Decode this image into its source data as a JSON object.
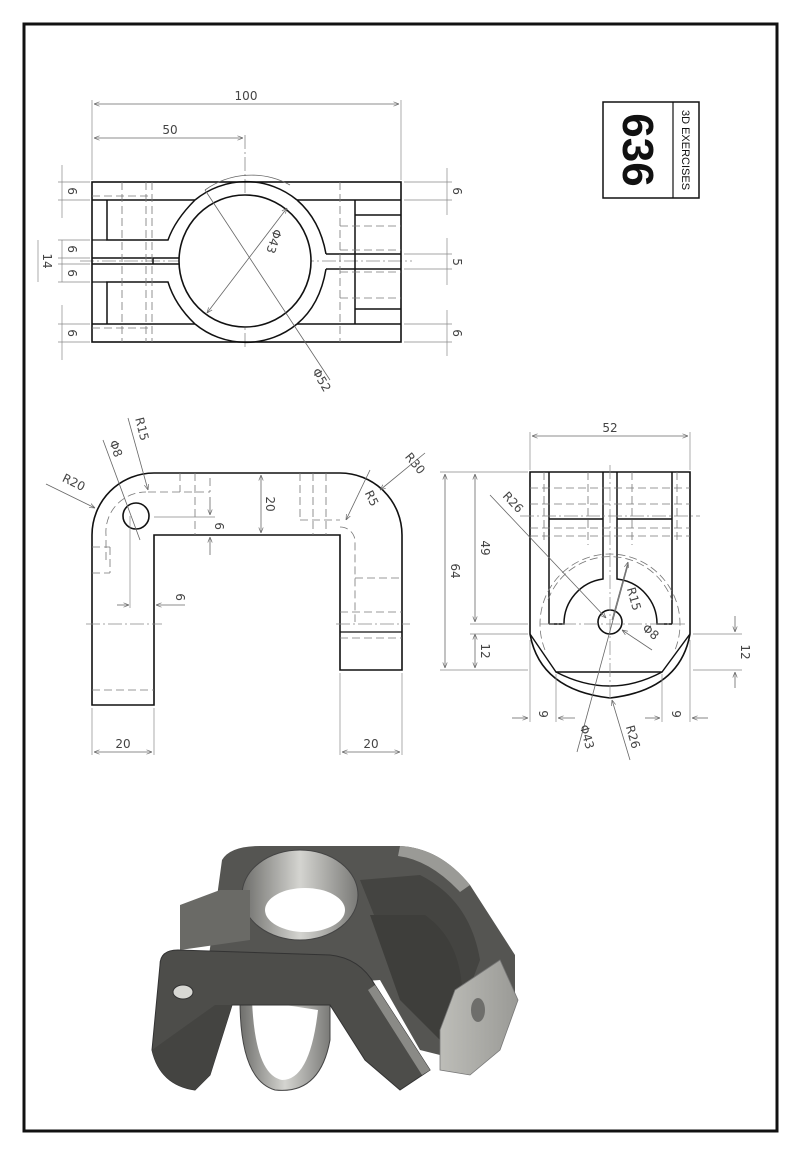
{
  "title_block": {
    "number": "636",
    "label": "3D EXERCISES"
  },
  "top_view": {
    "dims": {
      "overall_width": "100",
      "half_width": "50",
      "inner_dia": "Φ43",
      "outer_dia": "Φ52",
      "left_top": "6",
      "left_mid_upper": "6",
      "left_mid_lower": "6",
      "left_bottom": "6",
      "left_total": "14",
      "right_top": "6",
      "right_slot": "5",
      "right_bottom": "6"
    }
  },
  "front_view": {
    "dims": {
      "r20": "R20",
      "phi8": "Φ8",
      "r15": "R15",
      "r5": "R5",
      "r30": "R30",
      "top_thickness": "20",
      "inner_offset": "6",
      "hole_offset": "6",
      "left_leg": "20",
      "right_leg": "20"
    }
  },
  "side_view": {
    "dims": {
      "width": "52",
      "height": "64",
      "height_49": "49",
      "left_12": "12",
      "right_12": "12",
      "r26_top": "R26",
      "r15": "R15",
      "phi8": "Φ8",
      "phi43": "Φ43",
      "r26_bottom": "R26",
      "left_9": "9",
      "right_9": "9"
    }
  },
  "isometric": {
    "label": "3D isometric render of clamp part"
  }
}
